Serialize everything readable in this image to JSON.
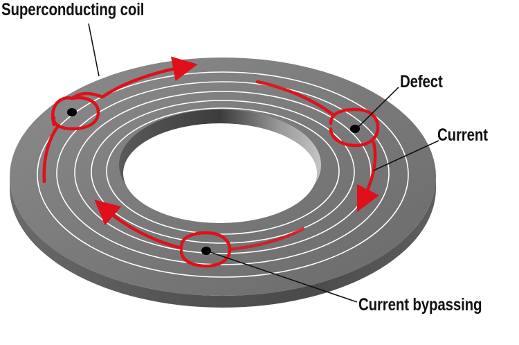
{
  "labels": {
    "coil": "Superconducting coil",
    "defect": "Defect",
    "current": "Current",
    "bypass": "Current bypassing"
  },
  "colors": {
    "disk_top": "#7a7a7a",
    "disk_side": "#5a5a5a",
    "winding": "#ffffff",
    "current": "#e0101a",
    "defect": "#000000",
    "leader": "#111111"
  }
}
